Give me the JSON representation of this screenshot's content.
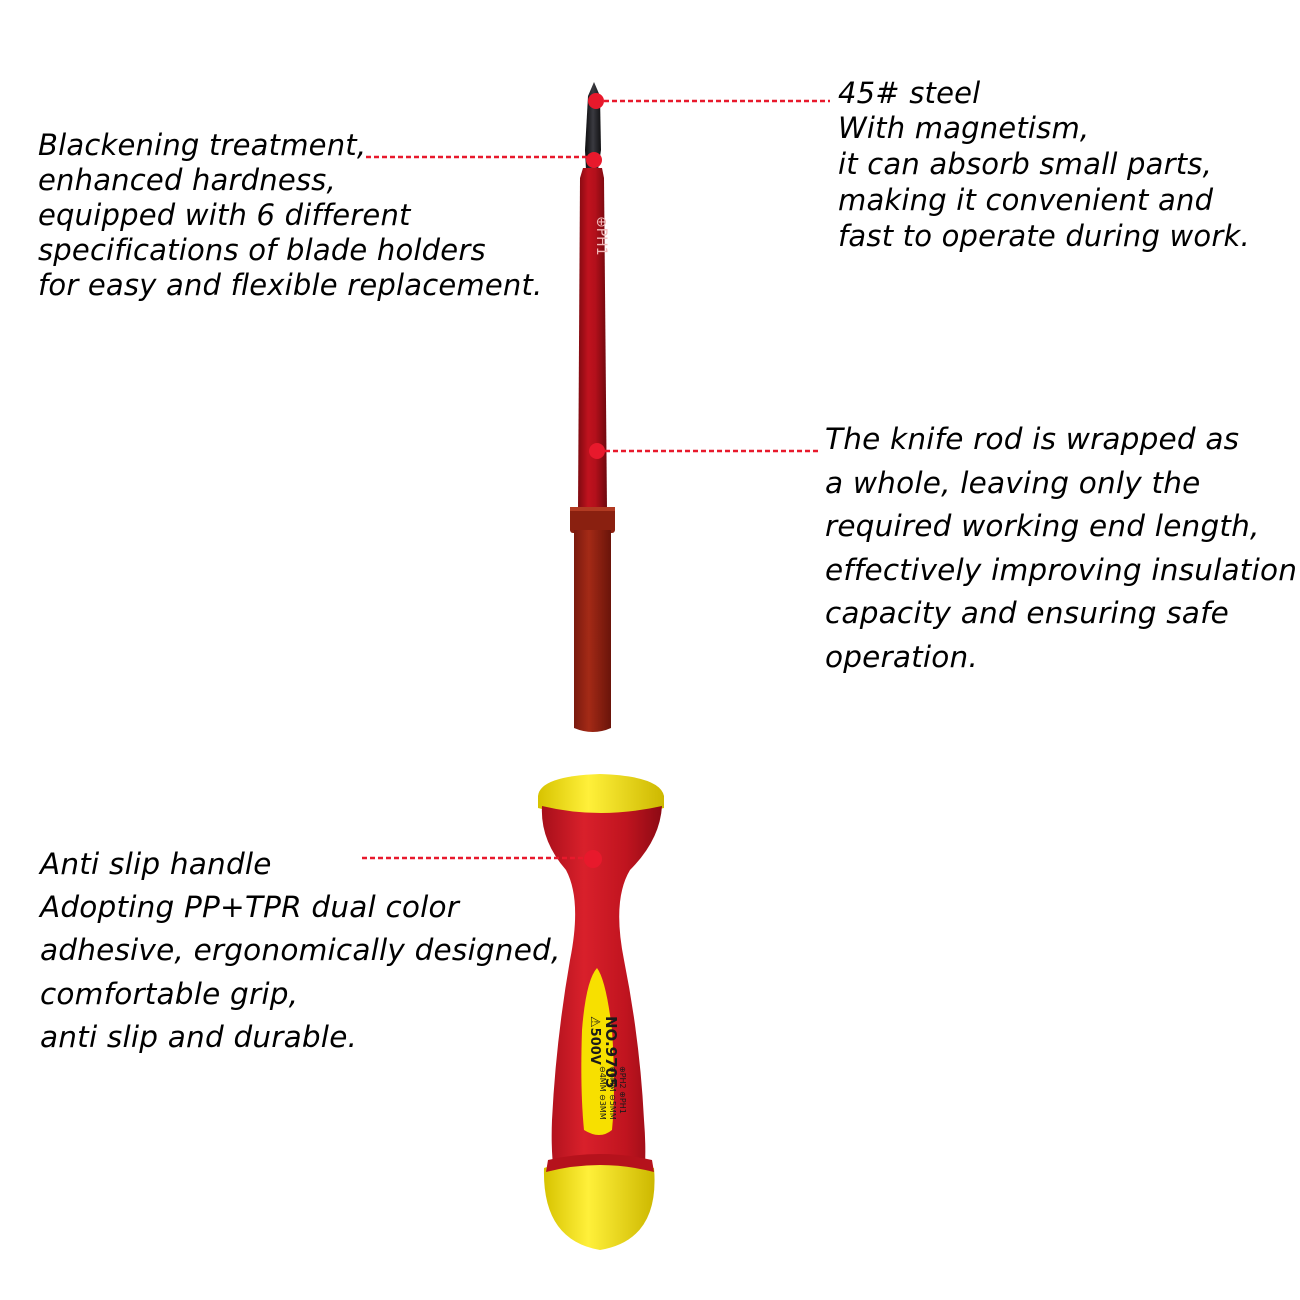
{
  "callouts": {
    "tip": {
      "lines": [
        "45# steel",
        "With magnetism,",
        "it can absorb small parts,",
        "making it convenient and",
        "fast to operate during work."
      ]
    },
    "blackening": {
      "lines": [
        "Blackening treatment,",
        "enhanced hardness,",
        "equipped with 6 different",
        "specifications of blade holders",
        "for easy and flexible replacement."
      ]
    },
    "rod": {
      "lines": [
        "The knife rod is wrapped as",
        "a whole, leaving only the",
        "required working end length,",
        "effectively improving insulation",
        "capacity and ensuring safe",
        "operation."
      ]
    },
    "handle": {
      "lines": [
        "Anti slip handle",
        "Adopting PP+TPR dual color",
        "adhesive, ergonomically designed,",
        "comfortable grip,",
        "anti slip and durable."
      ]
    }
  },
  "product": {
    "blade_marking": "⊕PH1",
    "handle_marking": {
      "model": "NO.9705",
      "voltage": "⚠500V",
      "spec_line_1": "⊕PH2 ⊕PH1",
      "spec_line_2": "⊖6MM ⊖5MM",
      "spec_line_3": "⊖4MM ⊖3MM"
    }
  },
  "colors": {
    "marker_dot": "#e8192c",
    "leader_line": "#e8192c",
    "insulation_red": "#c8102e",
    "insulation_dark": "#8e1a12",
    "handle_yellow": "#f5e400",
    "steel_tip": "#1f1f22"
  }
}
